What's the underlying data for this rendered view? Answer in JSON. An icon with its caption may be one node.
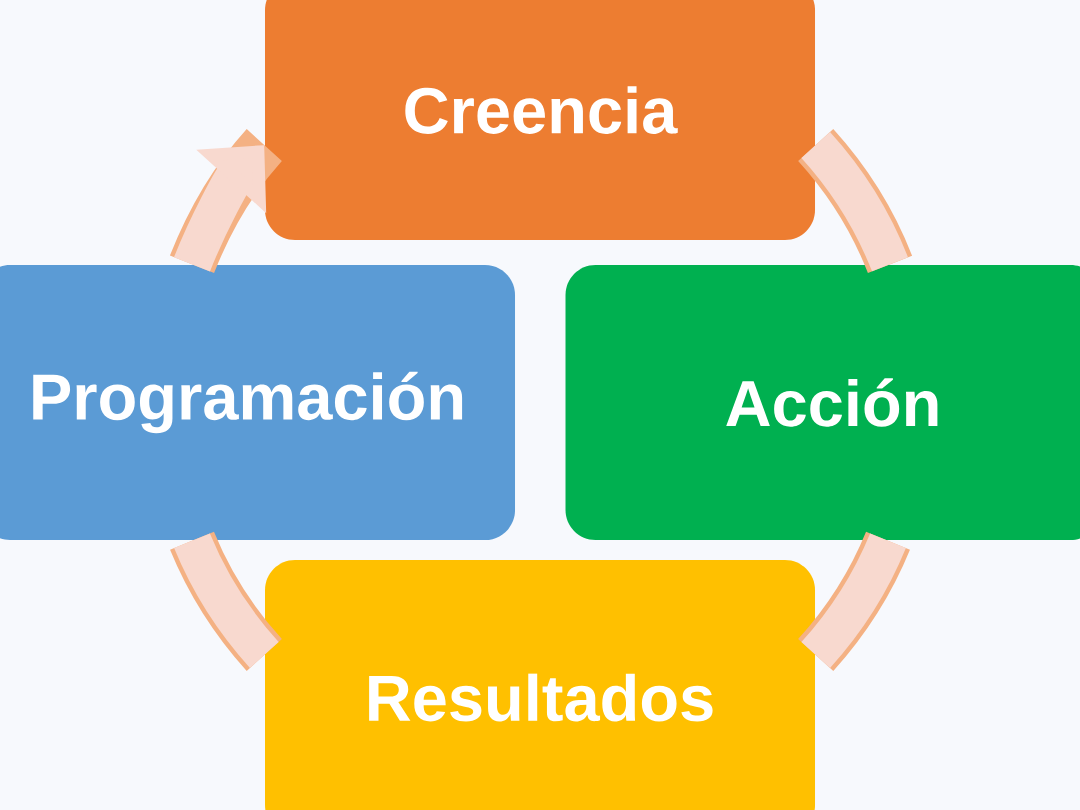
{
  "diagram": {
    "nodes": [
      {
        "text": [
          "Creencia"
        ]
      },
      {
        "text": [
          "Acción"
        ]
      },
      {
        "text": [
          "Resultados"
        ]
      },
      {
        "text": [
          "Programación"
        ]
      }
    ],
    "edges": [
      {
        "from": 0,
        "to": 1,
        "arrow": "none"
      },
      {
        "from": 1,
        "to": 2,
        "arrow": "none"
      },
      {
        "from": 2,
        "to": 3,
        "arrow": "none"
      },
      {
        "from": 3,
        "to": 0,
        "arrow": "to"
      }
    ]
  }
}
